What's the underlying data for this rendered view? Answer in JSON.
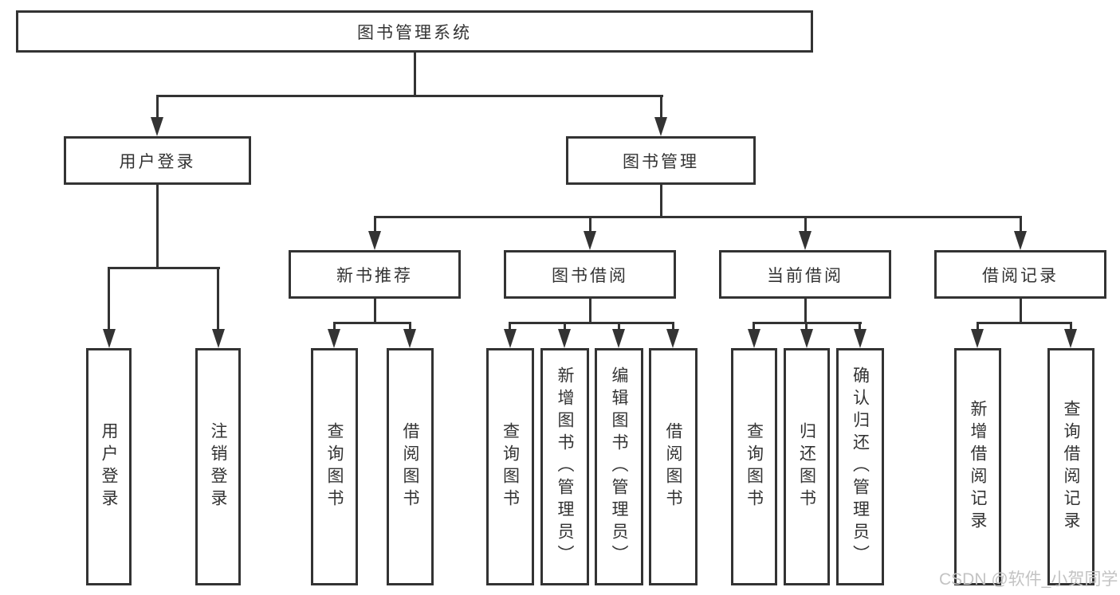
{
  "colors": {
    "line": "#333333",
    "text": "#333333",
    "watermark": "#c3c3c3",
    "background": "#ffffff"
  },
  "root": {
    "label": "图书管理系统"
  },
  "branches": [
    {
      "label": "用户登录",
      "children": [
        {
          "label": "用户登录"
        },
        {
          "label": "注销登录"
        }
      ]
    },
    {
      "label": "图书管理",
      "children": [
        {
          "label": "新书推荐",
          "children": [
            {
              "label": "查询图书"
            },
            {
              "label": "借阅图书"
            }
          ]
        },
        {
          "label": "图书借阅",
          "children": [
            {
              "label": "查询图书"
            },
            {
              "label": "新增图书（管理员）"
            },
            {
              "label": "编辑图书（管理员）"
            },
            {
              "label": "借阅图书"
            }
          ]
        },
        {
          "label": "当前借阅",
          "children": [
            {
              "label": "查询图书"
            },
            {
              "label": "归还图书"
            },
            {
              "label": "确认归还（管理员）"
            }
          ]
        },
        {
          "label": "借阅记录",
          "children": [
            {
              "label": "新增借阅记录"
            },
            {
              "label": "查询借阅记录"
            }
          ]
        }
      ]
    }
  ],
  "watermark": {
    "text": "CSDN @软件_小贺同学"
  }
}
